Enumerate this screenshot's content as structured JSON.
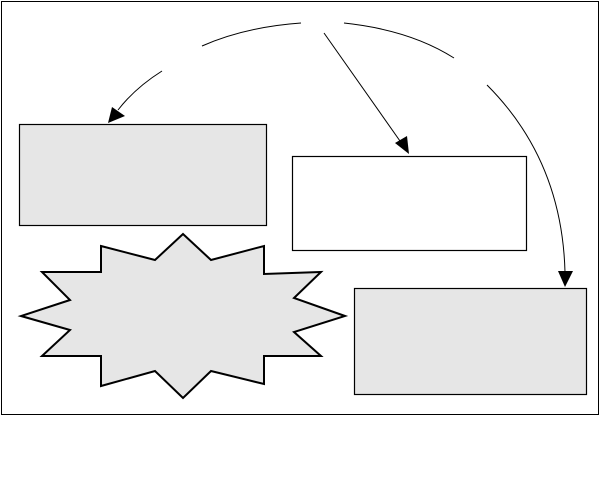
{
  "diagram": {
    "colors": {
      "stroke": "#000000",
      "shape_fill": "#e6e6e6",
      "white_fill": "#ffffff",
      "background": "#ffffff"
    },
    "shapes": [
      {
        "name": "top-left-box",
        "kind": "rectangle",
        "fill": "shape_fill",
        "text": ""
      },
      {
        "name": "middle-box",
        "kind": "rectangle",
        "fill": "white_fill",
        "text": ""
      },
      {
        "name": "starburst",
        "kind": "starburst",
        "fill": "shape_fill",
        "text": ""
      },
      {
        "name": "bottom-right-box",
        "kind": "rectangle",
        "fill": "shape_fill",
        "text": ""
      }
    ],
    "connectors": [
      {
        "name": "left-arc-arrow",
        "to": "top-left-box",
        "style": "curved"
      },
      {
        "name": "center-arrow",
        "to": "middle-box",
        "style": "straight"
      },
      {
        "name": "right-arc-arrow",
        "to": "bottom-right-box",
        "style": "curved"
      }
    ]
  }
}
